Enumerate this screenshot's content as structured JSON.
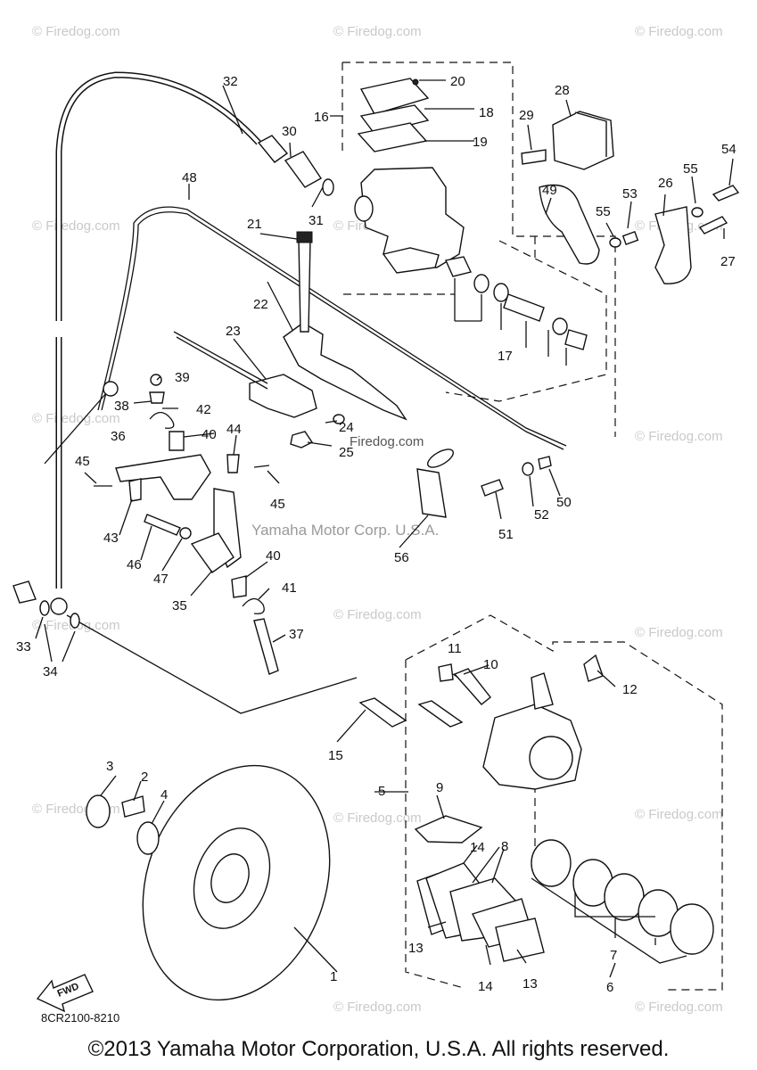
{
  "watermarks": {
    "site": "© Firedog.com",
    "firedog_inline": "Firedog.com",
    "center": "Yamaha Motor Corp. U.S.A."
  },
  "diagram_code": "8CR2100-8210",
  "fwd_label": "FWD",
  "footer": "©2013 Yamaha Motor Corporation, U.S.A. All rights reserved.",
  "callouts": [
    "1",
    "2",
    "3",
    "4",
    "5",
    "6",
    "7",
    "8",
    "9",
    "10",
    "11",
    "12",
    "13",
    "13",
    "14",
    "14",
    "15",
    "16",
    "17",
    "18",
    "19",
    "20",
    "21",
    "22",
    "23",
    "24",
    "25",
    "26",
    "27",
    "28",
    "29",
    "30",
    "31",
    "32",
    "33",
    "34",
    "35",
    "36",
    "37",
    "38",
    "39",
    "40",
    "40",
    "41",
    "42",
    "43",
    "44",
    "45",
    "45",
    "46",
    "47",
    "48",
    "49",
    "50",
    "51",
    "52",
    "53",
    "54",
    "55",
    "55",
    "56"
  ]
}
